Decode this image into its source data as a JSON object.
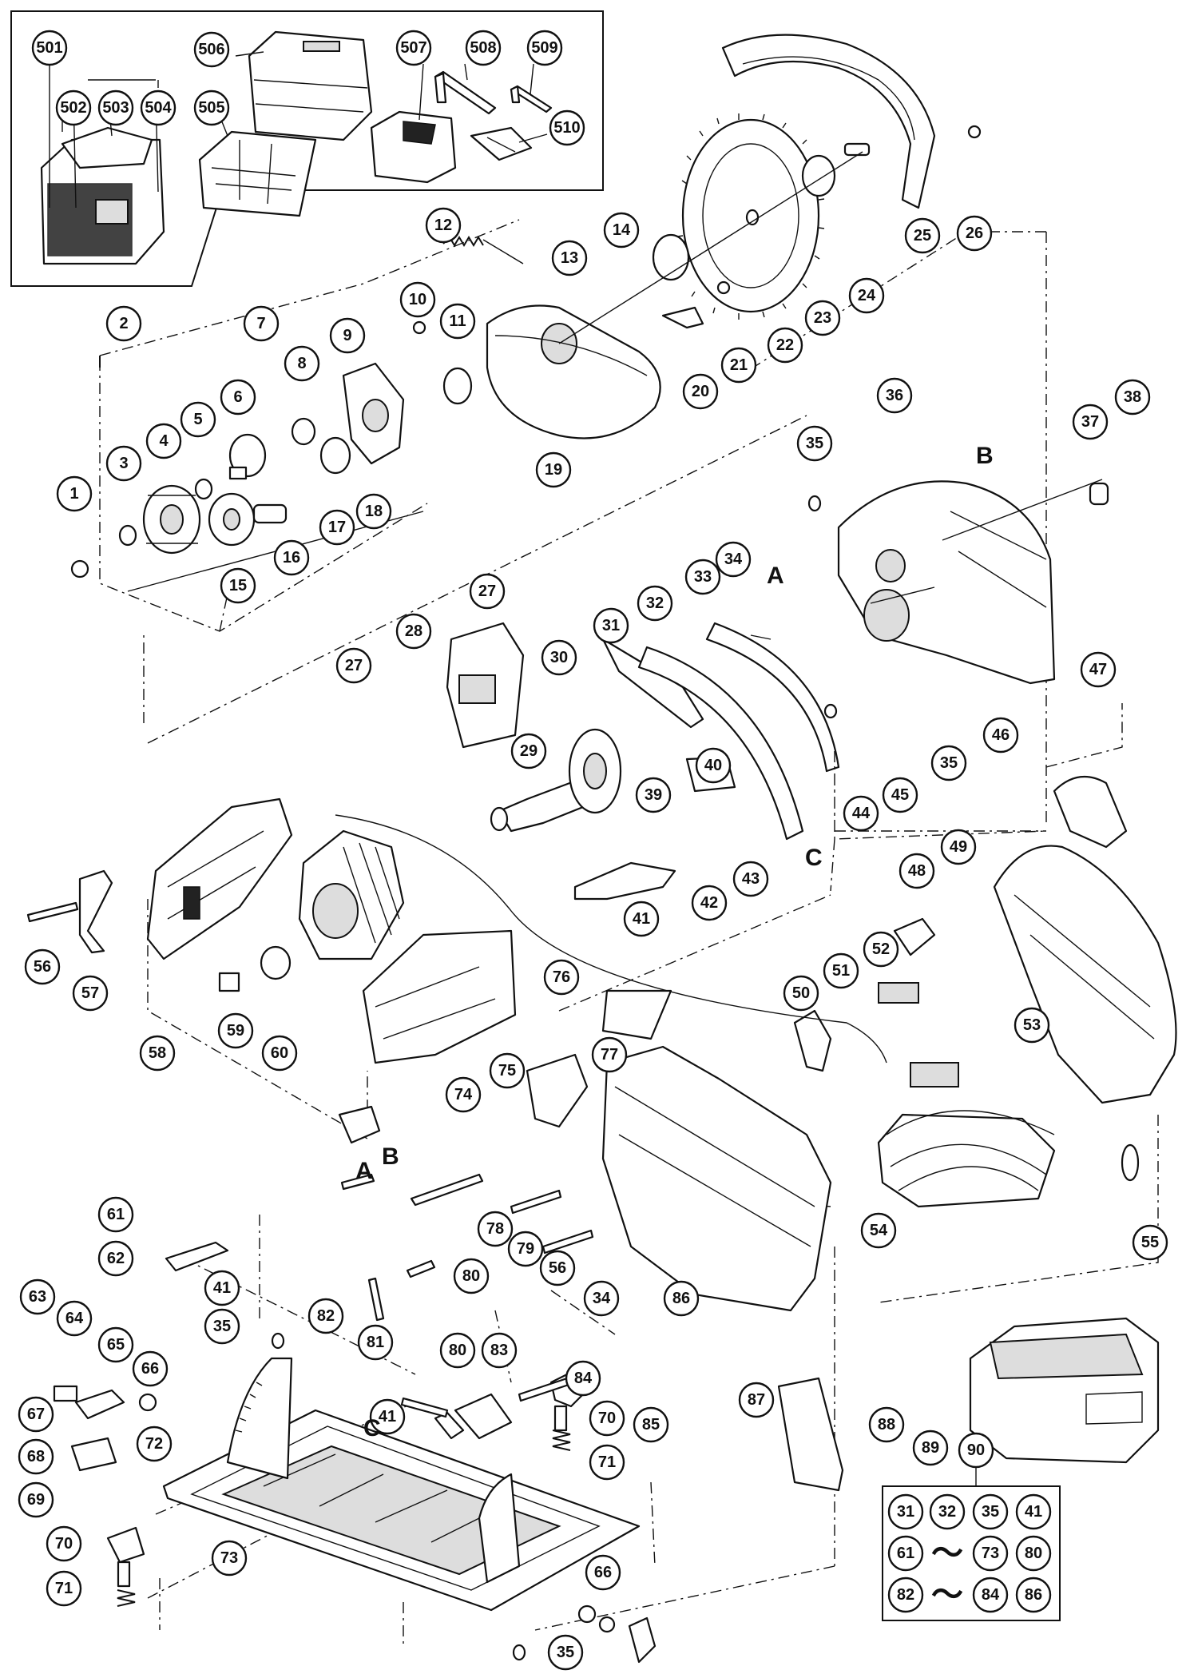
{
  "diagram": {
    "callouts": [
      {
        "id": "c501",
        "label": "501"
      },
      {
        "id": "c502",
        "label": "502"
      },
      {
        "id": "c503",
        "label": "503"
      },
      {
        "id": "c504",
        "label": "504"
      },
      {
        "id": "c505",
        "label": "505"
      },
      {
        "id": "c506",
        "label": "506"
      },
      {
        "id": "c507",
        "label": "507"
      },
      {
        "id": "c508",
        "label": "508"
      },
      {
        "id": "c509",
        "label": "509"
      },
      {
        "id": "c510",
        "label": "510"
      },
      {
        "id": "c1",
        "label": "1"
      },
      {
        "id": "c2",
        "label": "2"
      },
      {
        "id": "c3",
        "label": "3"
      },
      {
        "id": "c4",
        "label": "4"
      },
      {
        "id": "c5",
        "label": "5"
      },
      {
        "id": "c6",
        "label": "6"
      },
      {
        "id": "c7",
        "label": "7"
      },
      {
        "id": "c8",
        "label": "8"
      },
      {
        "id": "c9",
        "label": "9"
      },
      {
        "id": "c10",
        "label": "10"
      },
      {
        "id": "c11",
        "label": "11"
      },
      {
        "id": "c12",
        "label": "12"
      },
      {
        "id": "c13",
        "label": "13"
      },
      {
        "id": "c14",
        "label": "14"
      },
      {
        "id": "c15",
        "label": "15"
      },
      {
        "id": "c16",
        "label": "16"
      },
      {
        "id": "c17",
        "label": "17"
      },
      {
        "id": "c18",
        "label": "18"
      },
      {
        "id": "c19",
        "label": "19"
      },
      {
        "id": "c20",
        "label": "20"
      },
      {
        "id": "c21",
        "label": "21"
      },
      {
        "id": "c22",
        "label": "22"
      },
      {
        "id": "c23",
        "label": "23"
      },
      {
        "id": "c24",
        "label": "24"
      },
      {
        "id": "c25",
        "label": "25"
      },
      {
        "id": "c26",
        "label": "26"
      },
      {
        "id": "c27a",
        "label": "27"
      },
      {
        "id": "c27b",
        "label": "27"
      },
      {
        "id": "c28",
        "label": "28"
      },
      {
        "id": "c29",
        "label": "29"
      },
      {
        "id": "c30",
        "label": "30"
      },
      {
        "id": "c31",
        "label": "31"
      },
      {
        "id": "c32",
        "label": "32"
      },
      {
        "id": "c33",
        "label": "33"
      },
      {
        "id": "c34a",
        "label": "34"
      },
      {
        "id": "c34b",
        "label": "34"
      },
      {
        "id": "c35a",
        "label": "35"
      },
      {
        "id": "c35b",
        "label": "35"
      },
      {
        "id": "c35c",
        "label": "35"
      },
      {
        "id": "c35d",
        "label": "35"
      },
      {
        "id": "c36",
        "label": "36"
      },
      {
        "id": "c37",
        "label": "37"
      },
      {
        "id": "c38",
        "label": "38"
      },
      {
        "id": "c39",
        "label": "39"
      },
      {
        "id": "c40",
        "label": "40"
      },
      {
        "id": "c41a",
        "label": "41"
      },
      {
        "id": "c41b",
        "label": "41"
      },
      {
        "id": "c41c",
        "label": "41"
      },
      {
        "id": "c42",
        "label": "42"
      },
      {
        "id": "c43",
        "label": "43"
      },
      {
        "id": "c44",
        "label": "44"
      },
      {
        "id": "c45",
        "label": "45"
      },
      {
        "id": "c46",
        "label": "46"
      },
      {
        "id": "c47",
        "label": "47"
      },
      {
        "id": "c48",
        "label": "48"
      },
      {
        "id": "c49",
        "label": "49"
      },
      {
        "id": "c50",
        "label": "50"
      },
      {
        "id": "c51",
        "label": "51"
      },
      {
        "id": "c52",
        "label": "52"
      },
      {
        "id": "c53",
        "label": "53"
      },
      {
        "id": "c54",
        "label": "54"
      },
      {
        "id": "c55",
        "label": "55"
      },
      {
        "id": "c56a",
        "label": "56"
      },
      {
        "id": "c56b",
        "label": "56"
      },
      {
        "id": "c57",
        "label": "57"
      },
      {
        "id": "c58",
        "label": "58"
      },
      {
        "id": "c59",
        "label": "59"
      },
      {
        "id": "c60",
        "label": "60"
      },
      {
        "id": "c61",
        "label": "61"
      },
      {
        "id": "c62",
        "label": "62"
      },
      {
        "id": "c63",
        "label": "63"
      },
      {
        "id": "c64",
        "label": "64"
      },
      {
        "id": "c65",
        "label": "65"
      },
      {
        "id": "c66a",
        "label": "66"
      },
      {
        "id": "c66b",
        "label": "66"
      },
      {
        "id": "c67",
        "label": "67"
      },
      {
        "id": "c68",
        "label": "68"
      },
      {
        "id": "c69",
        "label": "69"
      },
      {
        "id": "c70a",
        "label": "70"
      },
      {
        "id": "c70b",
        "label": "70"
      },
      {
        "id": "c71a",
        "label": "71"
      },
      {
        "id": "c71b",
        "label": "71"
      },
      {
        "id": "c72",
        "label": "72"
      },
      {
        "id": "c73",
        "label": "73"
      },
      {
        "id": "c74",
        "label": "74"
      },
      {
        "id": "c75",
        "label": "75"
      },
      {
        "id": "c76",
        "label": "76"
      },
      {
        "id": "c77",
        "label": "77"
      },
      {
        "id": "c78",
        "label": "78"
      },
      {
        "id": "c79",
        "label": "79"
      },
      {
        "id": "c80a",
        "label": "80"
      },
      {
        "id": "c80b",
        "label": "80"
      },
      {
        "id": "c81",
        "label": "81"
      },
      {
        "id": "c82",
        "label": "82"
      },
      {
        "id": "c83",
        "label": "83"
      },
      {
        "id": "c84",
        "label": "84"
      },
      {
        "id": "c85",
        "label": "85"
      },
      {
        "id": "c86",
        "label": "86"
      },
      {
        "id": "c87",
        "label": "87"
      },
      {
        "id": "c88",
        "label": "88"
      },
      {
        "id": "c89",
        "label": "89"
      },
      {
        "id": "c90",
        "label": "90"
      }
    ],
    "reference_letters": {
      "a1": "A",
      "b1": "B",
      "c1": "C",
      "a2": "A",
      "b2": "B",
      "c2": "C"
    },
    "kit_90": {
      "row1": [
        "31",
        "32",
        "35",
        "41"
      ],
      "row2_from": "61",
      "row2_to": "73",
      "row2_extra": "80",
      "row3_from": "82",
      "row3_to": "84",
      "row3_extra": "86",
      "range_symbol": "〜"
    }
  }
}
